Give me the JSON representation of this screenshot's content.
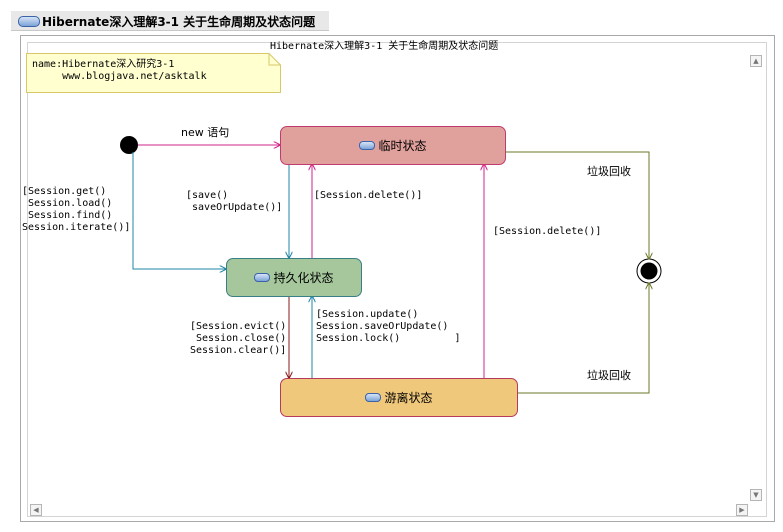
{
  "window": {
    "title": "Hibernate深入理解3-1 关于生命周期及状态问题"
  },
  "diagram": {
    "title": "Hibernate深入理解3-1 关于生命周期及状态问题",
    "note": "name:Hibernate深入研究3-1\n     www.blogjava.net/asktalk",
    "states": {
      "transient": "临时状态",
      "persistent": "持久化状态",
      "detached": "游离状态"
    },
    "labels": {
      "new": "new 语句",
      "save": "[save()\n saveOrUpdate()]",
      "session_get": "[Session.get()\n Session.load()\n Session.find()\nSession.iterate()]",
      "delete_persistent": "[Session.delete()]",
      "delete_detached": "[Session.delete()]",
      "evict": "[Session.evict()\n Session.close()\nSession.clear()]",
      "update": "[Session.update()\nSession.saveOrUpdate()\nSession.lock()         ]",
      "gc_top": "垃圾回收",
      "gc_bottom": "垃圾回收"
    },
    "colors": {
      "transient_fill": "#e0a09c",
      "persistent_fill": "#a6c79c",
      "detached_fill": "#f0c87c",
      "edge_pink": "#d2238a",
      "edge_teal": "#1f86a6",
      "edge_darkred": "#8b1a1a",
      "edge_olive": "#6b7a2a"
    }
  },
  "scroll": {
    "up": "▲",
    "down": "▼",
    "left": "◀",
    "right": "▶"
  }
}
